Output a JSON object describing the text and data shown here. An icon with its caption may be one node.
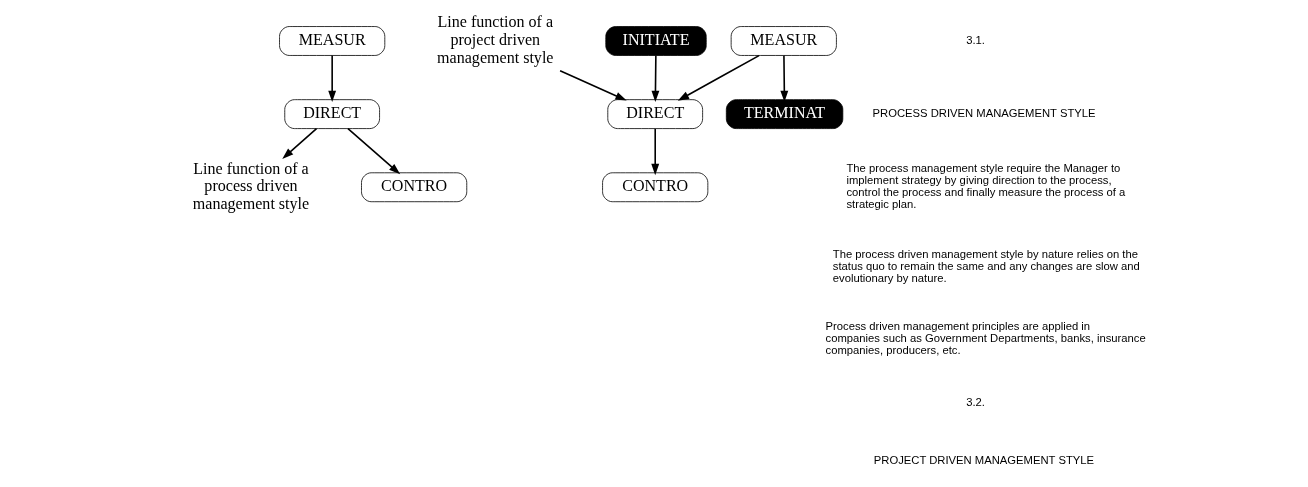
{
  "diagram": {
    "nodes": [
      {
        "text": [
          "Line function of a process driven management style"
        ]
      },
      {
        "text": [
          "CONTRO"
        ]
      },
      {
        "text": [
          "MEASUR"
        ]
      },
      {
        "text": [
          "DIRECT"
        ]
      },
      {
        "text": [
          "Line function of a project driven management style"
        ]
      },
      {
        "text": [
          "TERMINAT"
        ]
      },
      {
        "text": [
          "CONTRO"
        ]
      },
      {
        "text": [
          "MEASUR"
        ]
      },
      {
        "text": [
          "DIRECT"
        ]
      },
      {
        "text": [
          "INITIATE"
        ]
      }
    ],
    "edges": [
      {
        "from": 3,
        "to": 0,
        "arrow": "to"
      },
      {
        "from": 3,
        "to": 1,
        "arrow": "to"
      },
      {
        "from": 2,
        "to": 3,
        "arrow": "to"
      },
      {
        "from": 4,
        "to": 8,
        "arrow": "to"
      },
      {
        "from": 8,
        "to": 6,
        "arrow": "to"
      },
      {
        "from": 7,
        "to": 8,
        "arrow": "to"
      },
      {
        "from": 7,
        "to": 5,
        "arrow": "to"
      },
      {
        "from": 9,
        "to": 8,
        "arrow": "to"
      }
    ],
    "labels": [
      "3.1.",
      "PROCESS DRIVEN MANAGEMENT STYLE",
      "The process management style require the Manager to implement strategy by giving direction to the process, control the process and finally measure the process of a strategic plan.",
      "The process driven management style by nature relies on the status quo to remain the same and any changes are slow and evolutionary by nature.",
      "Process driven management principles are applied in companies such as Government Departments, banks, insurance companies, producers, etc.",
      "3.2.",
      "PROJECT DRIVEN MANAGEMENT STYLE"
    ]
  }
}
